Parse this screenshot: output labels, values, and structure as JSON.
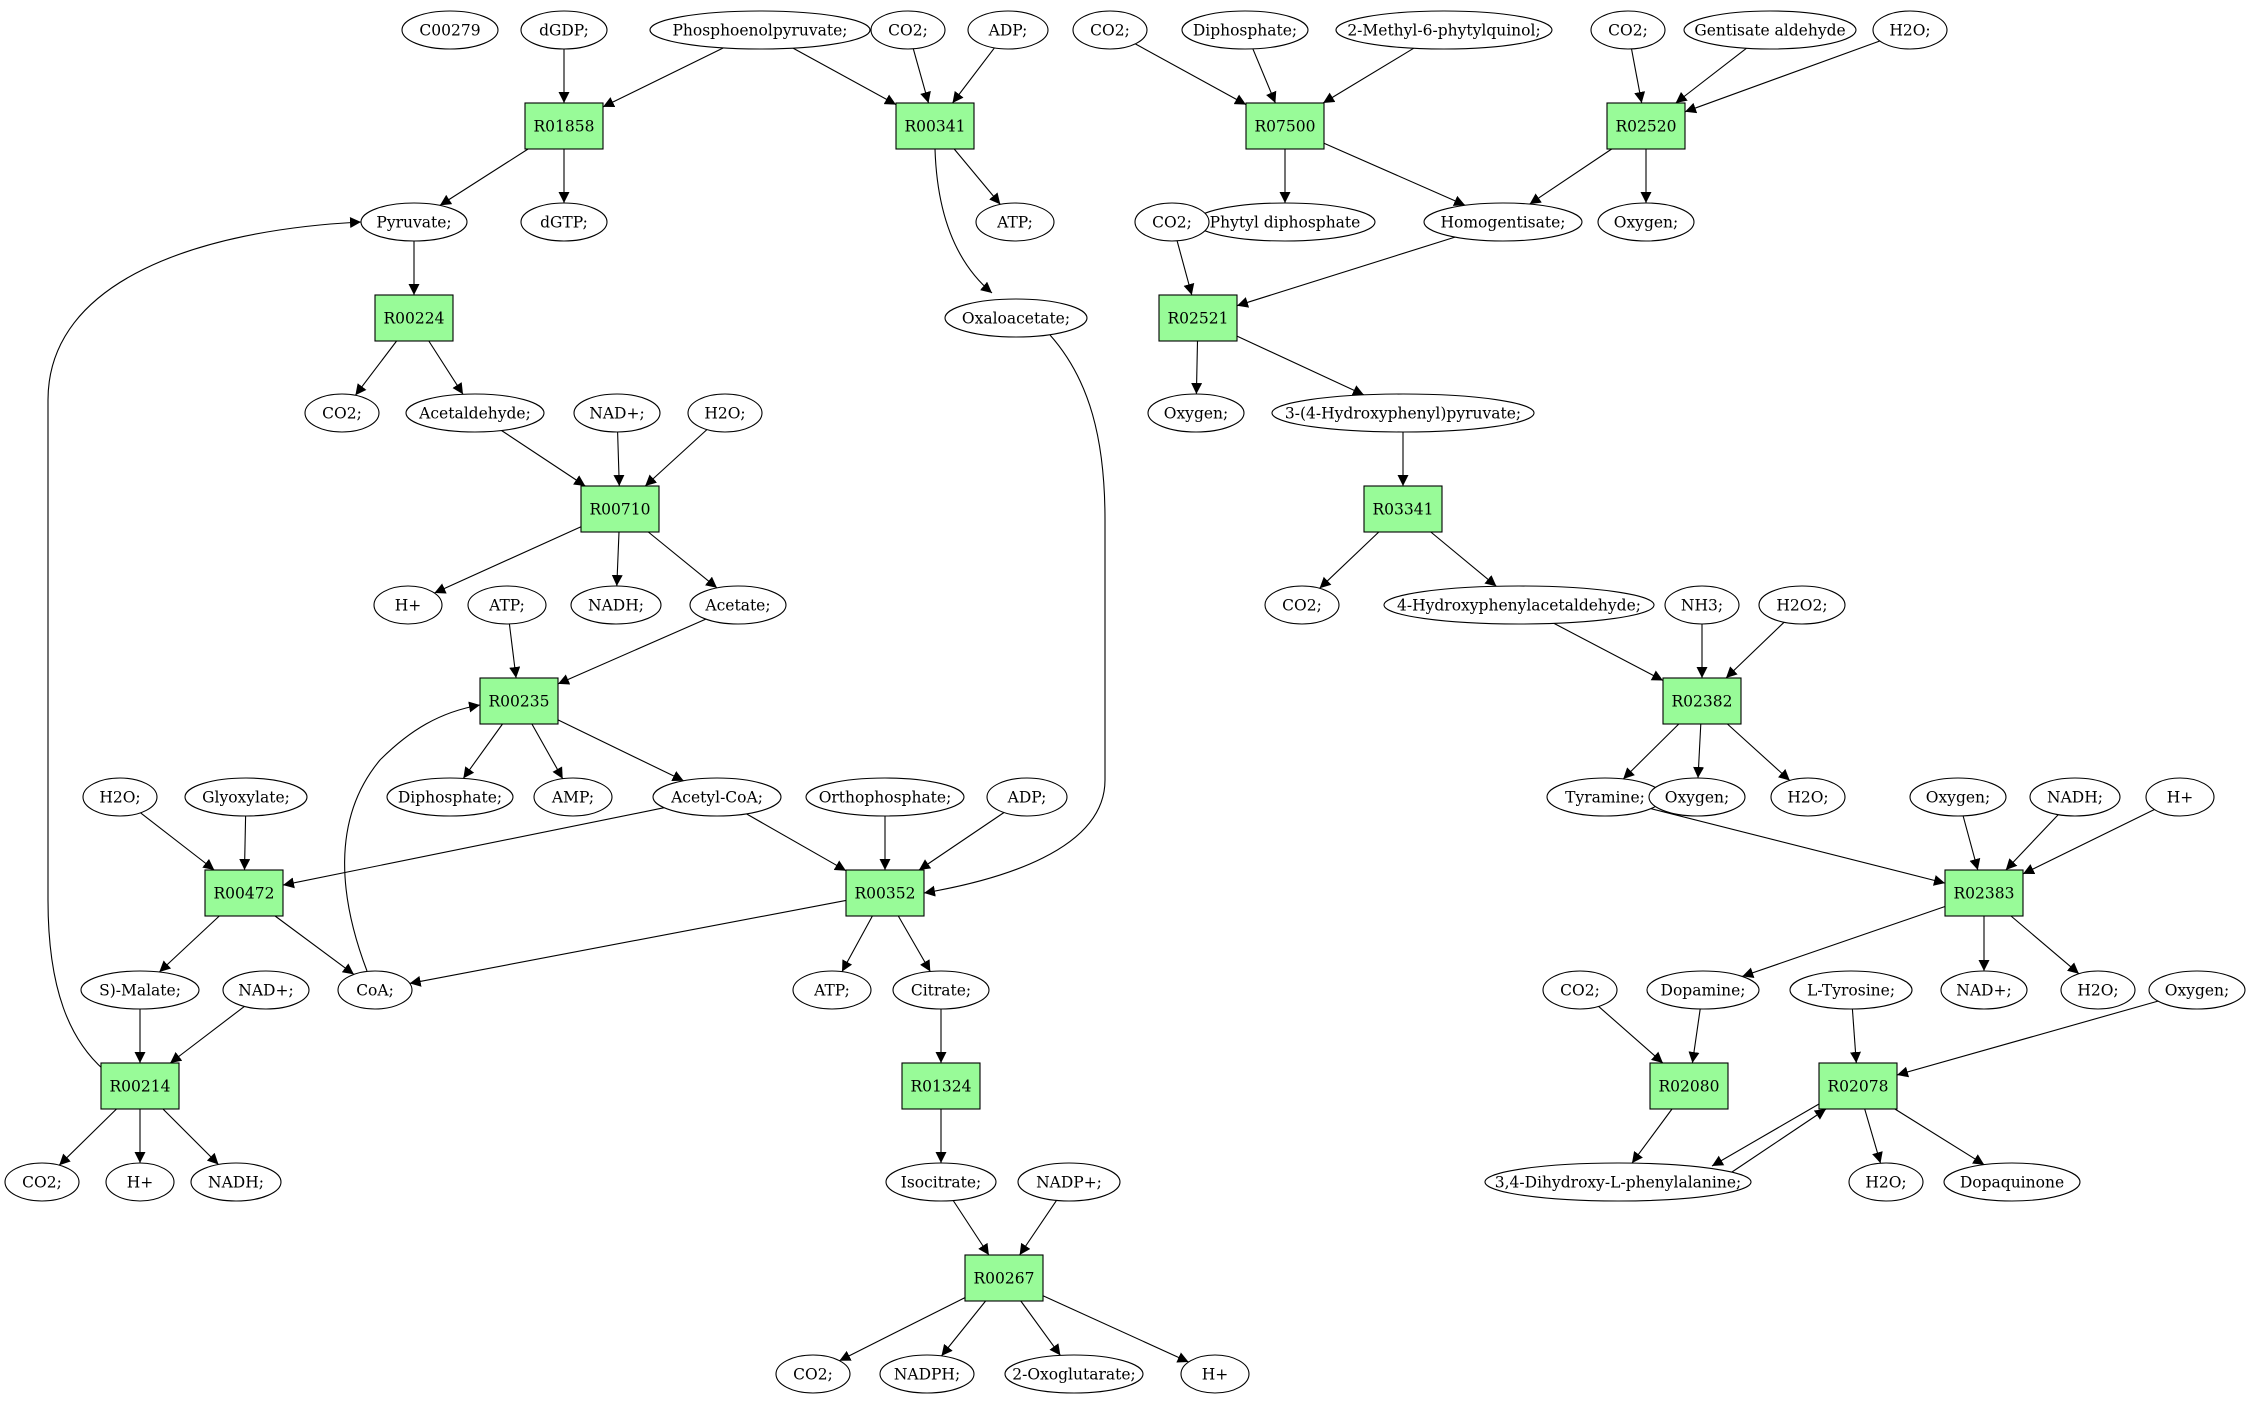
{
  "colors": {
    "reaction_fill": "#98fb98",
    "compound_fill": "#ffffff",
    "highlight_green": "#00e600",
    "highlight_yellow": "#ffff00",
    "edge": "#000000"
  },
  "reactions": [
    {
      "id": "R01858",
      "label": "R01858"
    },
    {
      "id": "R00341",
      "label": "R00341"
    },
    {
      "id": "R07500",
      "label": "R07500"
    },
    {
      "id": "R02520",
      "label": "R02520"
    },
    {
      "id": "R00224",
      "label": "R00224"
    },
    {
      "id": "R02521",
      "label": "R02521"
    },
    {
      "id": "R00710",
      "label": "R00710"
    },
    {
      "id": "R03341",
      "label": "R03341"
    },
    {
      "id": "R00235",
      "label": "R00235"
    },
    {
      "id": "R02382",
      "label": "R02382"
    },
    {
      "id": "R00472",
      "label": "R00472"
    },
    {
      "id": "R00352",
      "label": "R00352"
    },
    {
      "id": "R02383",
      "label": "R02383"
    },
    {
      "id": "R00214",
      "label": "R00214"
    },
    {
      "id": "R01324",
      "label": "R01324"
    },
    {
      "id": "R02080",
      "label": "R02080"
    },
    {
      "id": "R02078",
      "label": "R02078"
    },
    {
      "id": "R00267",
      "label": "R00267"
    }
  ],
  "compounds": [
    {
      "id": "C00279",
      "label": "C00279",
      "highlight": "green"
    },
    {
      "id": "dGDP",
      "label": "dGDP;"
    },
    {
      "id": "Phosphoenolpyruvate",
      "label": "Phosphoenolpyruvate;",
      "highlight": "green"
    },
    {
      "id": "CO2_a",
      "label": "CO2;"
    },
    {
      "id": "ADP_a",
      "label": "ADP;"
    },
    {
      "id": "CO2_b",
      "label": "CO2;"
    },
    {
      "id": "Diphosphate_a",
      "label": "Diphosphate;"
    },
    {
      "id": "MethylPhytylquinol",
      "label": "2-Methyl-6-phytylquinol;"
    },
    {
      "id": "CO2_c",
      "label": "CO2;"
    },
    {
      "id": "GentisateAldehyde",
      "label": "Gentisate aldehyde"
    },
    {
      "id": "H2O_a",
      "label": "H2O;"
    },
    {
      "id": "Pyruvate",
      "label": "Pyruvate;"
    },
    {
      "id": "dGTP",
      "label": "dGTP;"
    },
    {
      "id": "ATP_a",
      "label": "ATP;"
    },
    {
      "id": "PhytylDiphosphate",
      "label": "Phytyl diphosphate"
    },
    {
      "id": "Homogentisate",
      "label": "Homogentisate;"
    },
    {
      "id": "Oxygen_a",
      "label": "Oxygen;"
    },
    {
      "id": "CO2_d",
      "label": "CO2;"
    },
    {
      "id": "Oxaloacetate",
      "label": "Oxaloacetate;"
    },
    {
      "id": "CO2_e",
      "label": "CO2;"
    },
    {
      "id": "Acetaldehyde",
      "label": "Acetaldehyde;"
    },
    {
      "id": "NADplus_a",
      "label": "NAD+;"
    },
    {
      "id": "H2O_b",
      "label": "H2O;"
    },
    {
      "id": "Oxygen_b",
      "label": "Oxygen;"
    },
    {
      "id": "HPP",
      "label": "3-(4-Hydroxyphenyl)pyruvate;"
    },
    {
      "id": "Hplus_a",
      "label": "H+"
    },
    {
      "id": "ATP_b",
      "label": "ATP;"
    },
    {
      "id": "NADH_a",
      "label": "NADH;"
    },
    {
      "id": "Acetate",
      "label": "Acetate;"
    },
    {
      "id": "CO2_f",
      "label": "CO2;"
    },
    {
      "id": "HPAA",
      "label": "4-Hydroxyphenylacetaldehyde;"
    },
    {
      "id": "NH3",
      "label": "NH3;"
    },
    {
      "id": "H2O2",
      "label": "H2O2;"
    },
    {
      "id": "H2O_c",
      "label": "H2O;"
    },
    {
      "id": "Glyoxylate",
      "label": "Glyoxylate;"
    },
    {
      "id": "Diphosphate_b",
      "label": "Diphosphate;"
    },
    {
      "id": "AMP",
      "label": "AMP;"
    },
    {
      "id": "AcetylCoA",
      "label": "Acetyl-CoA;"
    },
    {
      "id": "Orthophosphate",
      "label": "Orthophosphate;"
    },
    {
      "id": "ADP_b",
      "label": "ADP;"
    },
    {
      "id": "Tyramine",
      "label": "Tyramine;"
    },
    {
      "id": "Oxygen_c",
      "label": "Oxygen;"
    },
    {
      "id": "H2O_d",
      "label": "H2O;"
    },
    {
      "id": "Oxygen_d",
      "label": "Oxygen;"
    },
    {
      "id": "NADH_b",
      "label": "NADH;"
    },
    {
      "id": "Hplus_b",
      "label": "H+"
    },
    {
      "id": "SMalate",
      "label": "S)-Malate;"
    },
    {
      "id": "NADplus_b",
      "label": "NAD+;"
    },
    {
      "id": "CoA",
      "label": "CoA;"
    },
    {
      "id": "ATP_c",
      "label": "ATP;"
    },
    {
      "id": "Citrate",
      "label": "Citrate;"
    },
    {
      "id": "CO2_g",
      "label": "CO2;"
    },
    {
      "id": "Dopamine",
      "label": "Dopamine;"
    },
    {
      "id": "LTyrosine",
      "label": "L-Tyrosine;",
      "highlight": "yellow"
    },
    {
      "id": "NADplus_c",
      "label": "NAD+;"
    },
    {
      "id": "H2O_e",
      "label": "H2O;"
    },
    {
      "id": "Oxygen_e",
      "label": "Oxygen;"
    },
    {
      "id": "CO2_h",
      "label": "CO2;"
    },
    {
      "id": "Hplus_c",
      "label": "H+"
    },
    {
      "id": "NADH_c",
      "label": "NADH;"
    },
    {
      "id": "Isocitrate",
      "label": "Isocitrate;"
    },
    {
      "id": "NADPplus",
      "label": "NADP+;"
    },
    {
      "id": "DOPA",
      "label": "3,4-Dihydroxy-L-phenylalanine;"
    },
    {
      "id": "H2O_f",
      "label": "H2O;"
    },
    {
      "id": "Dopaquinone",
      "label": "Dopaquinone"
    },
    {
      "id": "CO2_i",
      "label": "CO2;"
    },
    {
      "id": "NADPH",
      "label": "NADPH;"
    },
    {
      "id": "Oxoglutarate",
      "label": "2-Oxoglutarate;"
    },
    {
      "id": "Hplus_d",
      "label": "H+"
    }
  ],
  "edges": [
    [
      "dGDP",
      "R01858"
    ],
    [
      "Phosphoenolpyruvate",
      "R01858"
    ],
    [
      "R01858",
      "Pyruvate"
    ],
    [
      "R01858",
      "dGTP"
    ],
    [
      "Phosphoenolpyruvate",
      "R00341"
    ],
    [
      "CO2_a",
      "R00341"
    ],
    [
      "ADP_a",
      "R00341"
    ],
    [
      "R00341",
      "ATP_a"
    ],
    [
      "R00341",
      "Oxaloacetate"
    ],
    [
      "CO2_b",
      "R07500"
    ],
    [
      "Diphosphate_a",
      "R07500"
    ],
    [
      "MethylPhytylquinol",
      "R07500"
    ],
    [
      "R07500",
      "PhytylDiphosphate"
    ],
    [
      "R07500",
      "Homogentisate"
    ],
    [
      "CO2_c",
      "R02520"
    ],
    [
      "GentisateAldehyde",
      "R02520"
    ],
    [
      "H2O_a",
      "R02520"
    ],
    [
      "R02520",
      "Homogentisate"
    ],
    [
      "R02520",
      "Oxygen_a"
    ],
    [
      "Pyruvate",
      "R00224"
    ],
    [
      "R00224",
      "CO2_e"
    ],
    [
      "R00224",
      "Acetaldehyde"
    ],
    [
      "CO2_d",
      "R02521"
    ],
    [
      "Homogentisate",
      "R02521"
    ],
    [
      "R02521",
      "Oxygen_b"
    ],
    [
      "R02521",
      "HPP"
    ],
    [
      "Acetaldehyde",
      "R00710"
    ],
    [
      "NADplus_a",
      "R00710"
    ],
    [
      "H2O_b",
      "R00710"
    ],
    [
      "R00710",
      "Hplus_a"
    ],
    [
      "R00710",
      "NADH_a"
    ],
    [
      "R00710",
      "Acetate"
    ],
    [
      "HPP",
      "R03341"
    ],
    [
      "R03341",
      "CO2_f"
    ],
    [
      "R03341",
      "HPAA"
    ],
    [
      "ATP_b",
      "R00235"
    ],
    [
      "Acetate",
      "R00235"
    ],
    [
      "CoA",
      "R00235"
    ],
    [
      "R00235",
      "Diphosphate_b"
    ],
    [
      "R00235",
      "AMP"
    ],
    [
      "R00235",
      "AcetylCoA"
    ],
    [
      "HPAA",
      "R02382"
    ],
    [
      "NH3",
      "R02382"
    ],
    [
      "H2O2",
      "R02382"
    ],
    [
      "R02382",
      "Tyramine"
    ],
    [
      "R02382",
      "Oxygen_c"
    ],
    [
      "R02382",
      "H2O_d"
    ],
    [
      "H2O_c",
      "R00472"
    ],
    [
      "Glyoxylate",
      "R00472"
    ],
    [
      "AcetylCoA",
      "R00472"
    ],
    [
      "R00472",
      "SMalate"
    ],
    [
      "R00472",
      "CoA"
    ],
    [
      "AcetylCoA",
      "R00352"
    ],
    [
      "Orthophosphate",
      "R00352"
    ],
    [
      "ADP_b",
      "R00352"
    ],
    [
      "Oxaloacetate",
      "R00352"
    ],
    [
      "R00352",
      "CoA"
    ],
    [
      "R00352",
      "ATP_c"
    ],
    [
      "R00352",
      "Citrate"
    ],
    [
      "Tyramine",
      "R02383"
    ],
    [
      "Oxygen_d",
      "R02383"
    ],
    [
      "NADH_b",
      "R02383"
    ],
    [
      "Hplus_b",
      "R02383"
    ],
    [
      "R02383",
      "Dopamine"
    ],
    [
      "R02383",
      "NADplus_c"
    ],
    [
      "R02383",
      "H2O_e"
    ],
    [
      "SMalate",
      "R00214"
    ],
    [
      "NADplus_b",
      "R00214"
    ],
    [
      "R00214",
      "Pyruvate"
    ],
    [
      "R00214",
      "CO2_h"
    ],
    [
      "R00214",
      "Hplus_c"
    ],
    [
      "R00214",
      "NADH_c"
    ],
    [
      "Citrate",
      "R01324"
    ],
    [
      "R01324",
      "Isocitrate"
    ],
    [
      "CO2_g",
      "R02080"
    ],
    [
      "Dopamine",
      "R02080"
    ],
    [
      "R02080",
      "DOPA"
    ],
    [
      "LTyrosine",
      "R02078"
    ],
    [
      "Oxygen_e",
      "R02078"
    ],
    [
      "DOPA",
      "R02078"
    ],
    [
      "R02078",
      "DOPA"
    ],
    [
      "R02078",
      "H2O_f"
    ],
    [
      "R02078",
      "Dopaquinone"
    ],
    [
      "Isocitrate",
      "R00267"
    ],
    [
      "NADPplus",
      "R00267"
    ],
    [
      "R00267",
      "CO2_i"
    ],
    [
      "R00267",
      "NADPH"
    ],
    [
      "R00267",
      "Oxoglutarate"
    ],
    [
      "R00267",
      "Hplus_d"
    ]
  ]
}
